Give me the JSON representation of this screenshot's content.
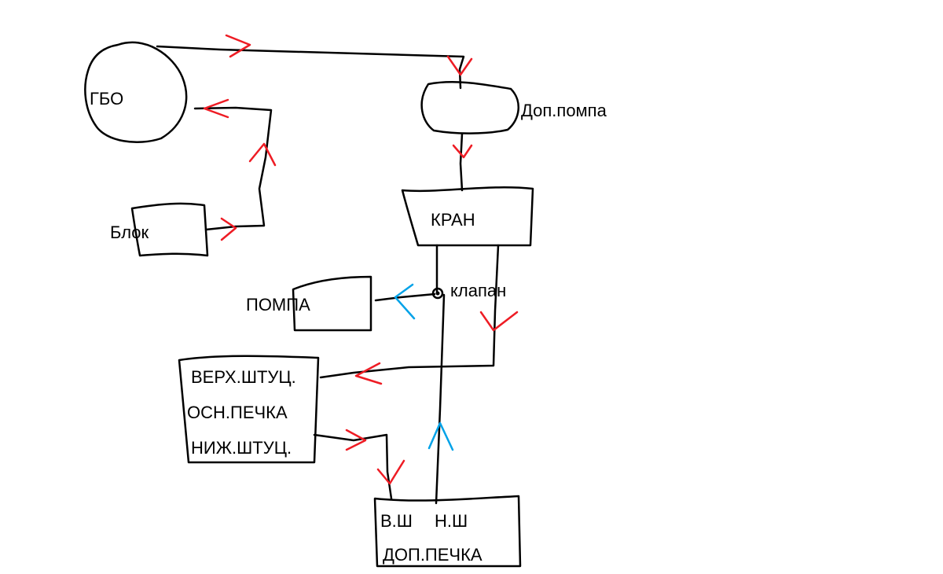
{
  "nodes": {
    "gbo": "ГБО",
    "blok": "Блок",
    "dop_pompa": "Доп.помпа",
    "kran": "КРАН",
    "klapan": "клапан",
    "pompa": "ПОМПА",
    "osn_pechka": {
      "verh": "ВЕРХ.ШТУЦ.",
      "name": "ОСН.ПЕЧКА",
      "nizh": "НИЖ.ШТУЦ."
    },
    "dop_pechka": {
      "vsh": "В.Ш",
      "nsh": "Н.Ш",
      "name": "ДОП.ПЕЧКА"
    }
  },
  "colors": {
    "line": "#000000",
    "flow_arrow": "#ee1c24",
    "alt_flow_arrow": "#00a2e8"
  }
}
